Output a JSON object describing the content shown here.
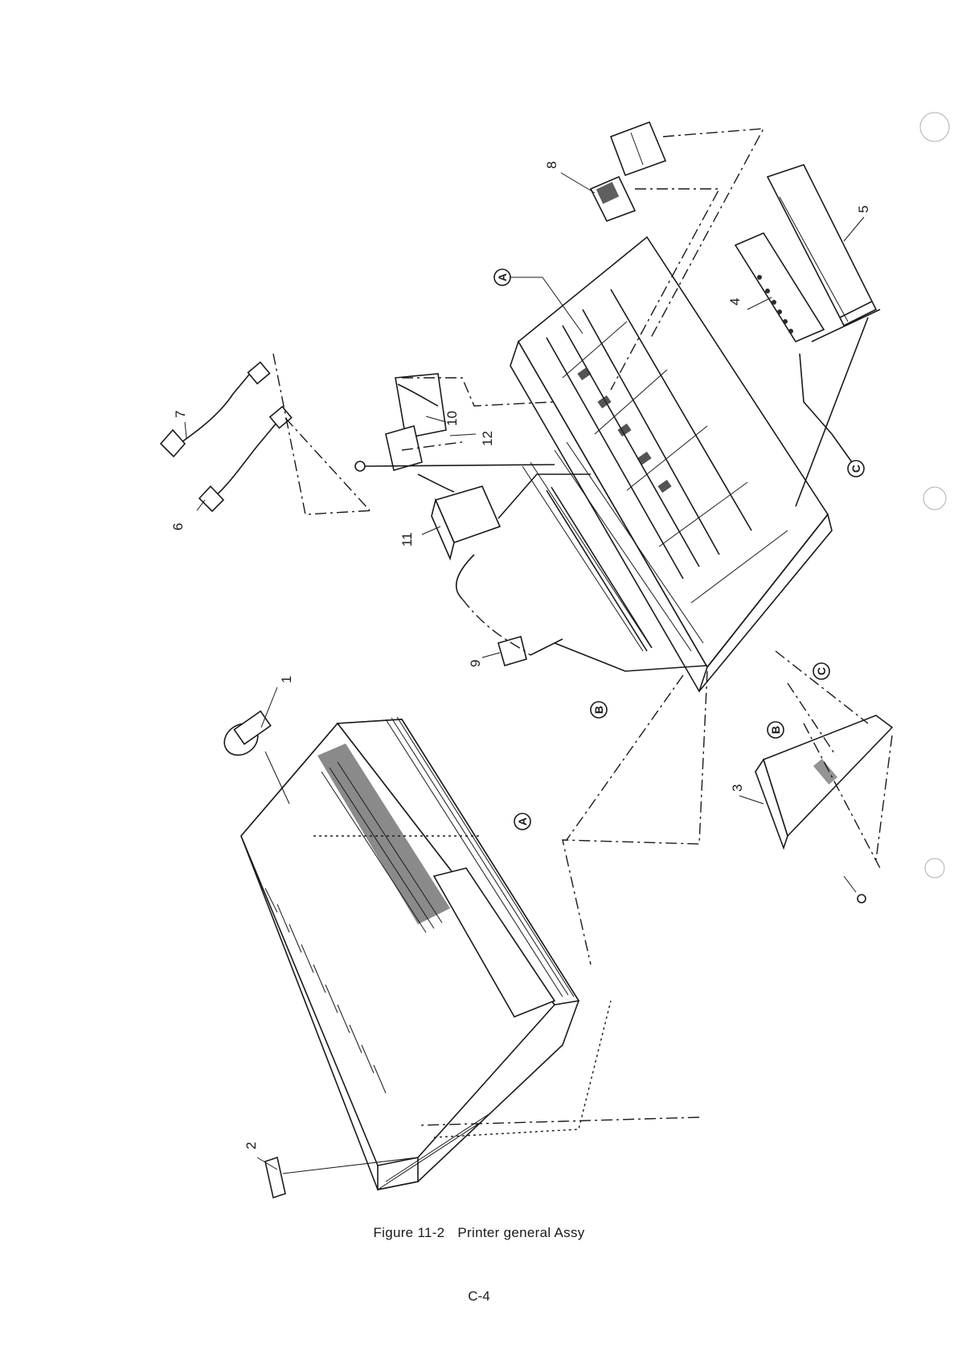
{
  "figure": {
    "number": "Figure 11-2",
    "title": "Printer general Assy"
  },
  "page_number": "C-4",
  "callouts": [
    "1",
    "2",
    "3",
    "4",
    "5",
    "6",
    "7",
    "8",
    "9",
    "10",
    "11",
    "12"
  ],
  "reference_markers": [
    "A",
    "B",
    "C"
  ]
}
